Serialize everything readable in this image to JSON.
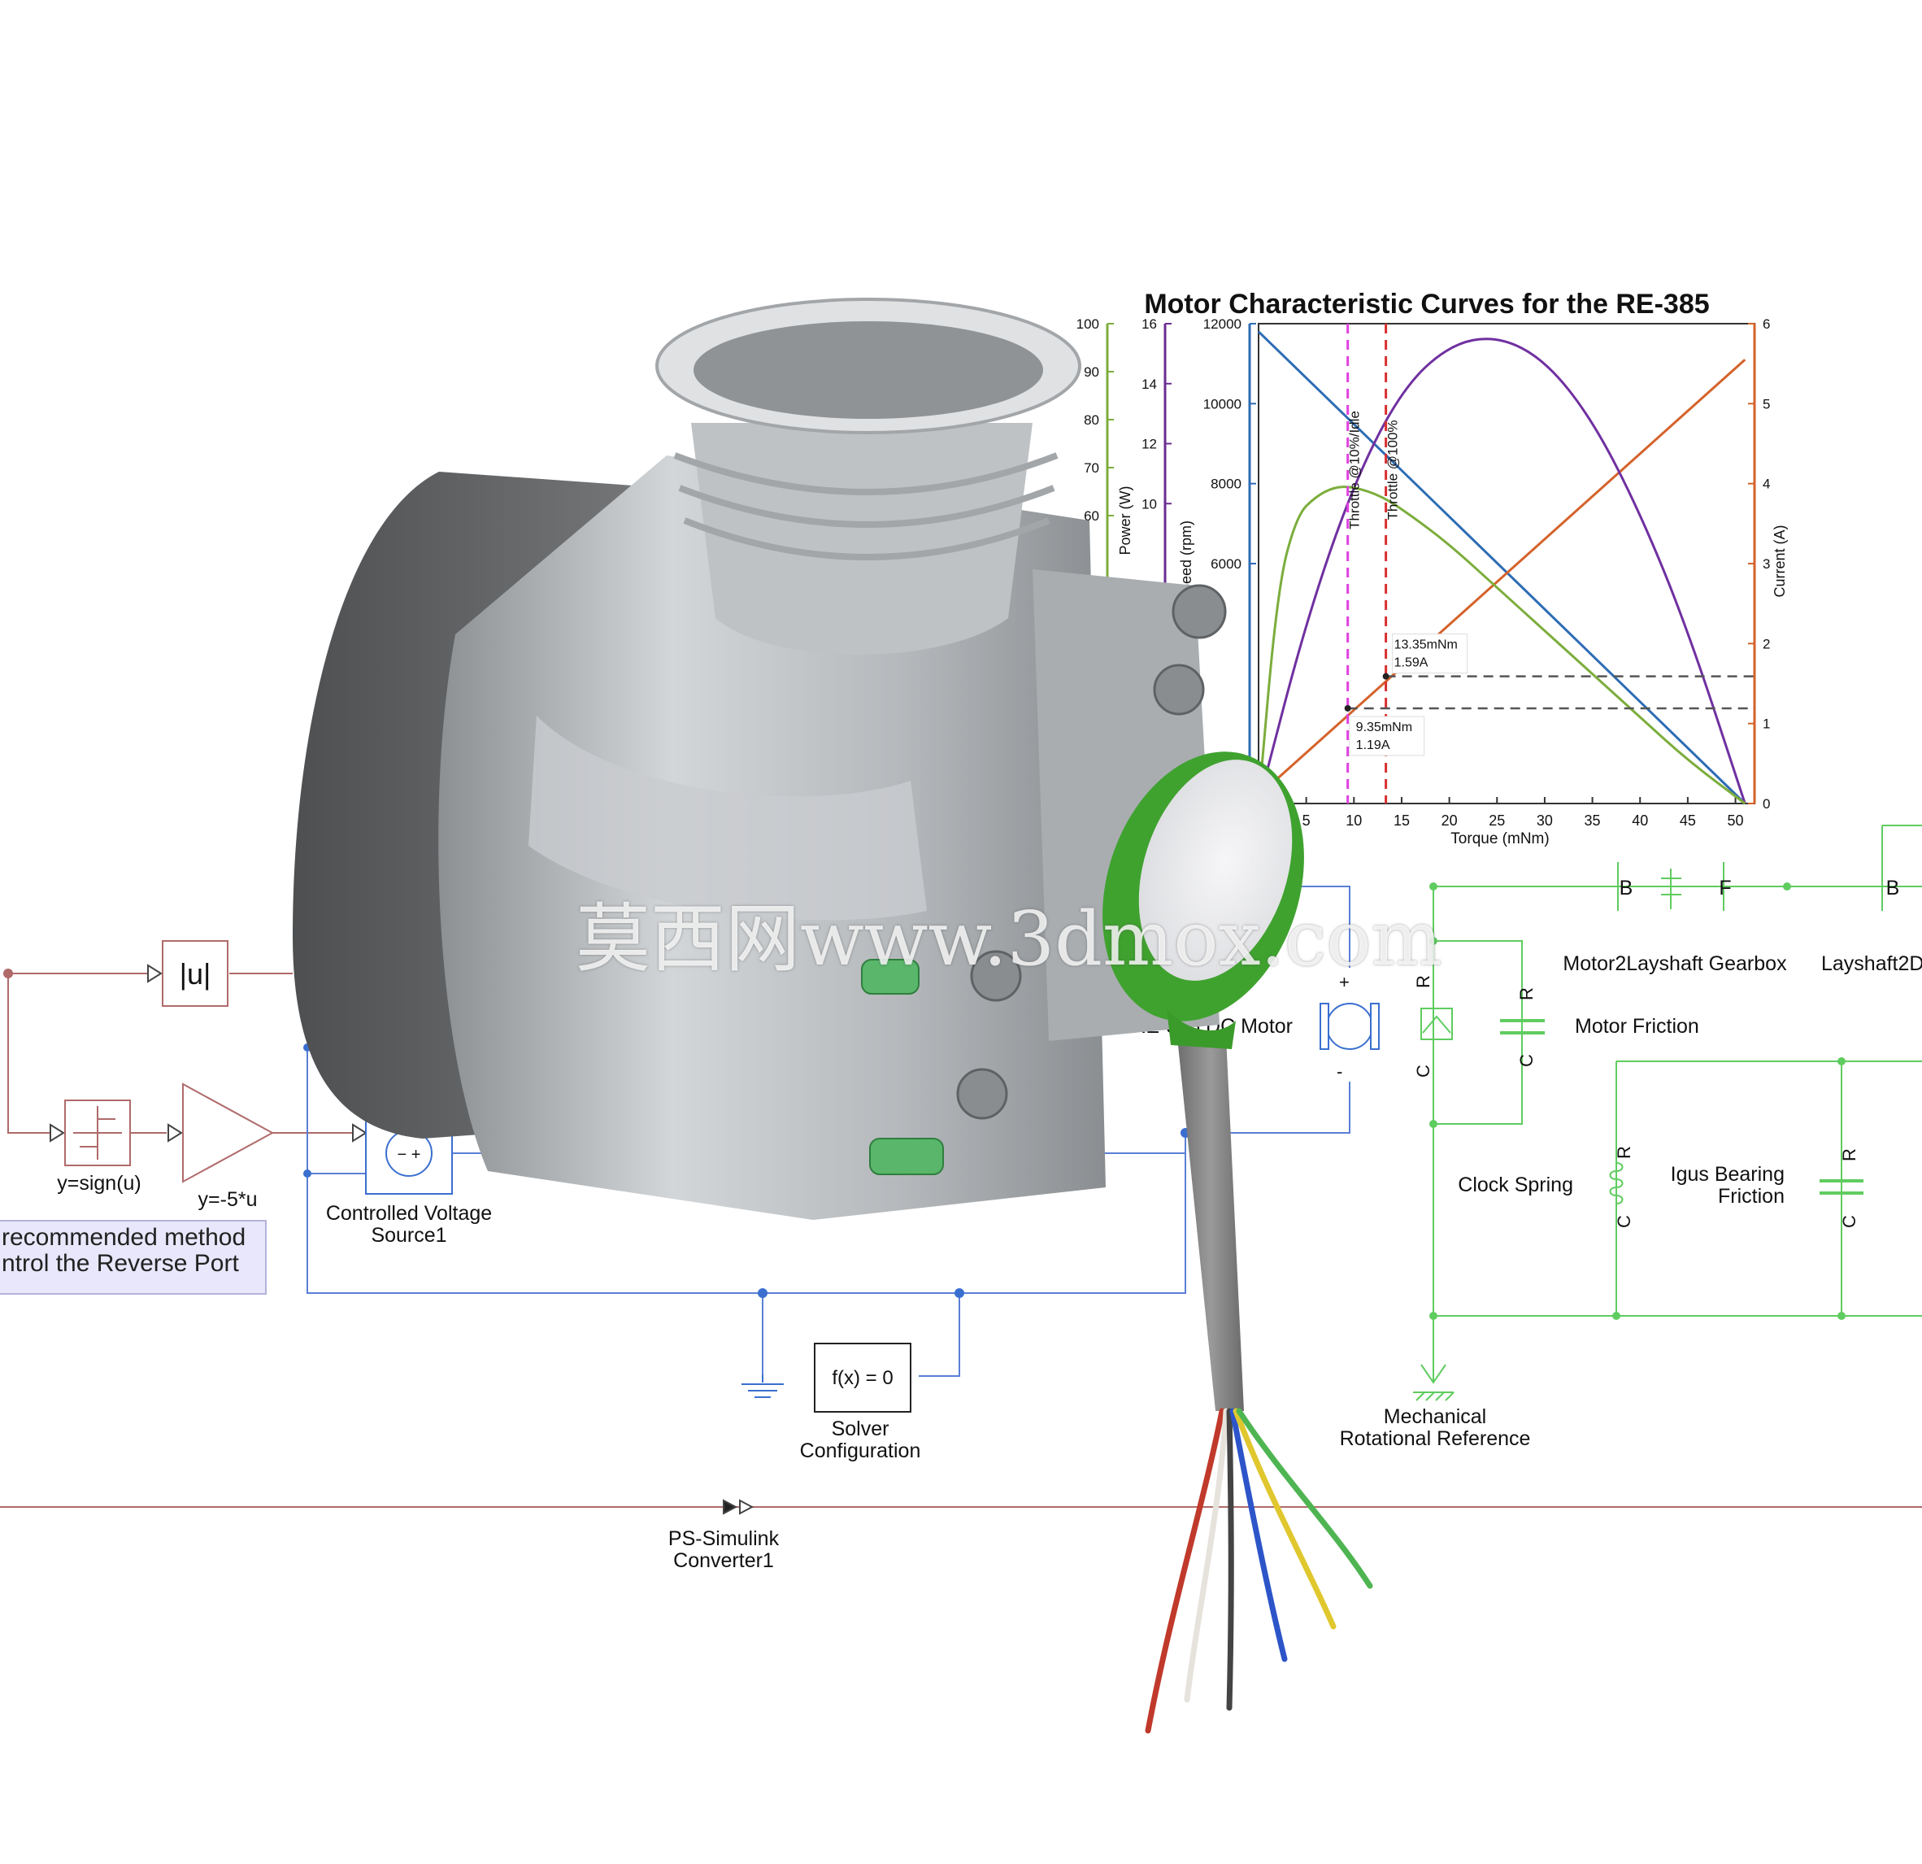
{
  "simulink": {
    "blocks": {
      "abs": "|u|",
      "sign_label": "y=sign(u)",
      "gain_label": "y=-5*u",
      "voltage_source_line1": "Controlled Voltage",
      "voltage_source_line2": "Source1",
      "motor_label": "RE-385 DC Motor",
      "gearbox_label": "Motor2Layshaft Gearbox",
      "layshaft_label": "Layshaft2D",
      "motor_friction_label": "Motor Friction",
      "clock_spring_label": "Clock Spring",
      "igus_bearing_line1": "Igus Bearing",
      "igus_bearing_line2": "Friction",
      "mech_ref_line1": "Mechanical",
      "mech_ref_line2": "Rotational Reference",
      "solver_block": "f(x) = 0",
      "solver_line1": "Solver",
      "solver_line2": "Configuration",
      "converter_line1": "PS-Simulink",
      "converter_line2": "Converter1"
    },
    "ports": {
      "B": "B",
      "F": "F",
      "C": "C",
      "R": "R",
      "plus": "+",
      "minus": "-"
    },
    "note_line1": "recommended method",
    "note_line2": "ntrol the Reverse Port"
  },
  "watermark": "莫西网www.3dmox.com",
  "colors": {
    "signal": "#b06a6a",
    "electrical": "#3a6fd0",
    "mechanical": "#5fcc5f",
    "note_bg": "#e8e7fb",
    "sensor_green": "#3fa22f",
    "housing": "#b8bcbf"
  },
  "chart_data": {
    "type": "line",
    "title": "Motor Characteristic Curves for the RE-385",
    "xlabel": "Torque (mNm)",
    "xlim": [
      0,
      52
    ],
    "x_ticks": [
      5,
      10,
      15,
      20,
      25,
      30,
      35,
      40,
      45,
      50
    ],
    "axes": [
      {
        "ylabel": "Power (W)",
        "ylim": [
          0,
          100
        ],
        "ticks": [
          60,
          70,
          80,
          90,
          100
        ],
        "color": "#7cad3c"
      },
      {
        "ylabel": "Speed (rpm)",
        "ylim": [
          0,
          16
        ],
        "ticks": [
          10,
          12,
          14,
          16
        ],
        "color": "#6b2d91"
      },
      {
        "ylabel": "Speed (rpm)",
        "ylim": [
          0,
          12000
        ],
        "ticks": [
          6000,
          8000,
          10000,
          12000
        ],
        "color": "#2d6cb4"
      },
      {
        "ylabel": "Current (A)",
        "ylim": [
          0,
          6
        ],
        "ticks": [
          0,
          1,
          2,
          3,
          4,
          5,
          6
        ],
        "color": "#d4622a"
      }
    ],
    "series": [
      {
        "color": "#2d6cb4",
        "axis": 2,
        "x": [
          0,
          51
        ],
        "y": [
          11800,
          0
        ]
      },
      {
        "color": "#d4622a",
        "axis": 3,
        "x": [
          0,
          51
        ],
        "y": [
          0.1,
          5.55
        ]
      },
      {
        "color": "#7030a0",
        "axis": 1,
        "x": [
          0,
          5,
          10,
          15,
          20,
          25,
          30,
          35,
          40,
          45,
          51
        ],
        "y": [
          0,
          6.1,
          10.7,
          13.8,
          15.3,
          15.6,
          14.8,
          12.8,
          9.7,
          5.8,
          0
        ]
      },
      {
        "color": "#7cad3c",
        "axis": 0,
        "x": [
          0,
          2,
          4,
          6,
          8,
          10,
          13,
          16,
          20,
          25,
          30,
          35,
          40,
          45,
          51
        ],
        "y": [
          0,
          45,
          60,
          64,
          66,
          66,
          64,
          60,
          54,
          45,
          36,
          27,
          18,
          9,
          0
        ]
      }
    ],
    "vlines": [
      {
        "x": 9.35,
        "label": "Throttle @10%/Idle",
        "color": "#e040e0"
      },
      {
        "x": 13.35,
        "label": "Throttle @100%",
        "color": "#d93030"
      }
    ],
    "annotations": [
      {
        "x": 13.35,
        "current": 1.59,
        "line1": "13.35mNm",
        "line2": "1.59A"
      },
      {
        "x": 9.35,
        "current": 1.19,
        "line1": "9.35mNm",
        "line2": "1.19A"
      }
    ],
    "grid": false
  }
}
